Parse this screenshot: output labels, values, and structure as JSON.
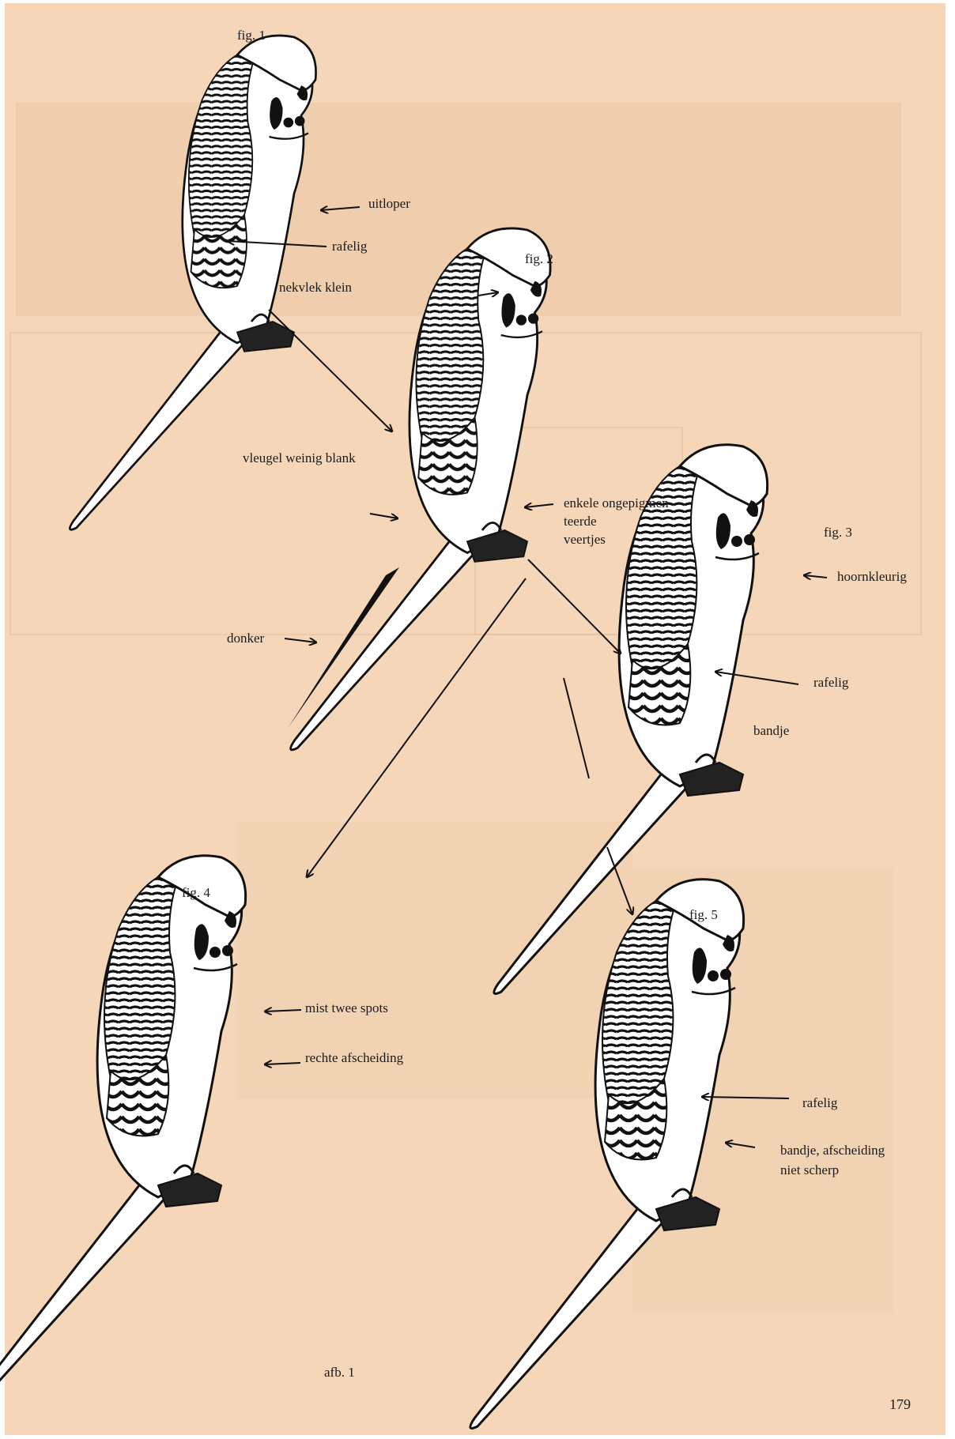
{
  "figures": {
    "fig1": "fig. 1",
    "fig2": "fig. 2",
    "fig3": "fig. 3",
    "fig4": "fig. 4",
    "fig5": "fig. 5"
  },
  "annotations": {
    "uitloper": "uitloper",
    "rafelig_1": "rafelig",
    "nekvlek_klein": "nekvlek klein",
    "vleugel_weinig_blank": "vleugel weinig blank",
    "enkele_line1": "enkele ongepigmen-",
    "enkele_line2": "teerde",
    "enkele_line3": "veertjes",
    "donker": "donker",
    "hoornkleurig": "hoornkleurig",
    "rafelig_3": "rafelig",
    "bandje": "bandje",
    "mist_twee_spots": "mist twee spots",
    "rechte_afscheiding": "rechte afscheiding",
    "rafelig_5": "rafelig",
    "bandje_afscheiding_line1": "bandje, afscheiding",
    "bandje_afscheiding_line2": "niet scherp"
  },
  "caption": "afb. 1",
  "page_number": "179",
  "colors": {
    "paper": "#f5d6b8",
    "ink": "#111111",
    "bird_body": "#ffffff"
  },
  "icons": [
    "budgerigar-illustration",
    "arrow-icon"
  ]
}
